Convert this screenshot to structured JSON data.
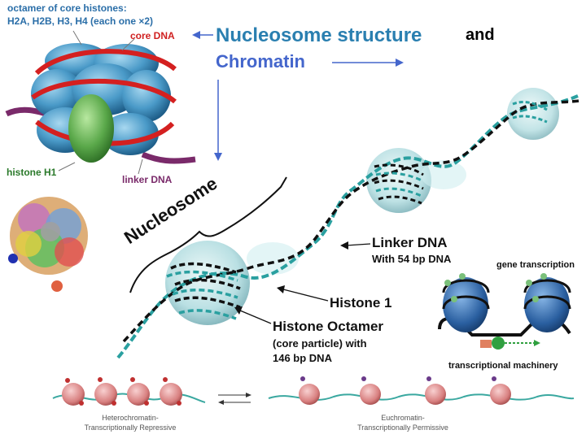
{
  "top_left": {
    "octamer_title": "octamer of core histones:",
    "octamer_list": "H2A, H2B, H3, H4 (each one ×2)",
    "core_dna": "core DNA",
    "histone_h1": "histone H1",
    "linker_dna": "linker DNA"
  },
  "header": {
    "title_line1": "Nucleosome structure",
    "title_and": "and",
    "title_line2": "Chromatin"
  },
  "labels": {
    "nucleosome": "Nucleosome",
    "linker_dna": "Linker DNA",
    "linker_bp": "With 54 bp DNA",
    "histone1": "Histone 1",
    "histone_octamer": "Histone Octamer",
    "core_particle": "(core particle) with",
    "core_bp": "146 bp DNA"
  },
  "transcription": {
    "gene_transcription": "gene transcription",
    "machinery": "transcriptional machinery"
  },
  "bottom": {
    "hetero_line1": "Heterochromatin-",
    "hetero_line2": "Transcriptionally Repressive",
    "eu_line1": "Euchromatin-",
    "eu_line2": "Transcriptionally Permissive"
  },
  "colors": {
    "dna_teal": "#2aa0a0",
    "dna_black": "#111111",
    "histone_blue": "#4a9ac8",
    "h1_green": "#5aa84a",
    "core_dna_red": "#d42020",
    "linker_purple": "#7a2a6a"
  }
}
